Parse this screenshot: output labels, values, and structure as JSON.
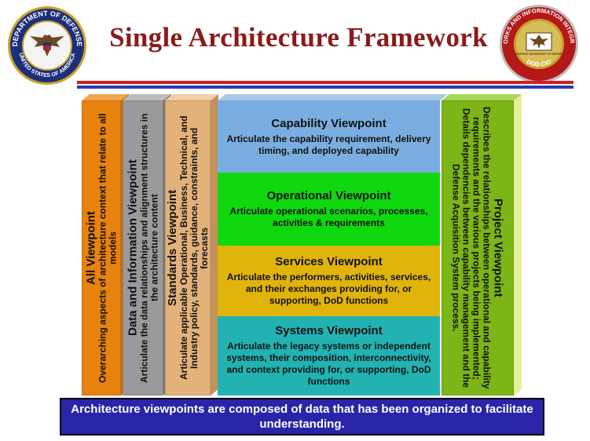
{
  "header": {
    "title": "Single Architecture Framework",
    "seal_left_text": "DEPARTMENT OF DEFENSE",
    "seal_left_bottom": "UNITED STATES OF AMERICA",
    "seal_right_text": "NETWORKS AND INFORMATION INTEGRATION",
    "seal_right_middle": "ASSISTANT SECRETARY OF DEFENSE",
    "seal_right_bottom": "DOD CIO"
  },
  "columns": {
    "all": {
      "title": "All Viewpoint",
      "body": "Overarching aspects of architecture context that relate to all models",
      "color": "#e8820f"
    },
    "data": {
      "title": "Data and Information Viewpoint",
      "body": "Articulate the data relationships and alignment structures in the architecture content",
      "color": "#9a9a9a"
    },
    "standards": {
      "title": "Standards Viewpoint",
      "body": "Articulate applicable Operational, Business, Technical, and Industry policy, standards, guidance, constraints, and forecasts",
      "color": "#e3b27a"
    },
    "project": {
      "title": "Project Viewpoint",
      "body": "Describes the relationships between operational and capability requirements and the various projects being implemented; Details dependencies between capability management and the Defense Acquisition System process.",
      "color": "#7cb518"
    }
  },
  "bands": {
    "capability": {
      "title": "Capability Viewpoint",
      "body": "Articulate the capability requirement, delivery timing, and deployed capability",
      "color": "#7aaee0"
    },
    "operational": {
      "title": "Operational Viewpoint",
      "body": "Articulate operational scenarios, processes, activities & requirements",
      "color": "#0fd80f"
    },
    "services": {
      "title": "Services Viewpoint",
      "body": "Articulate the performers, activities, services, and their exchanges providing for, or supporting, DoD functions",
      "color": "#e0b40a"
    },
    "systems": {
      "title": "Systems Viewpoint",
      "body": "Articulate the legacy systems or independent systems, their composition, interconnectivity, and context providing for, or supporting, DoD functions",
      "color": "#22b2b2"
    }
  },
  "footer": {
    "text": "Architecture viewpoints are composed of data that has been organized to facilitate understanding."
  }
}
